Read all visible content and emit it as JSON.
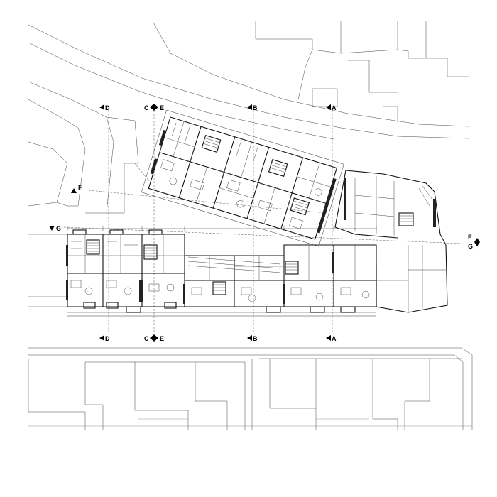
{
  "sections": {
    "D": "D",
    "CE": "C",
    "E": "E",
    "B": "B",
    "A": "A",
    "F": "F",
    "G": "G"
  },
  "colors": {
    "line": "#111111",
    "background": "#ffffff"
  }
}
